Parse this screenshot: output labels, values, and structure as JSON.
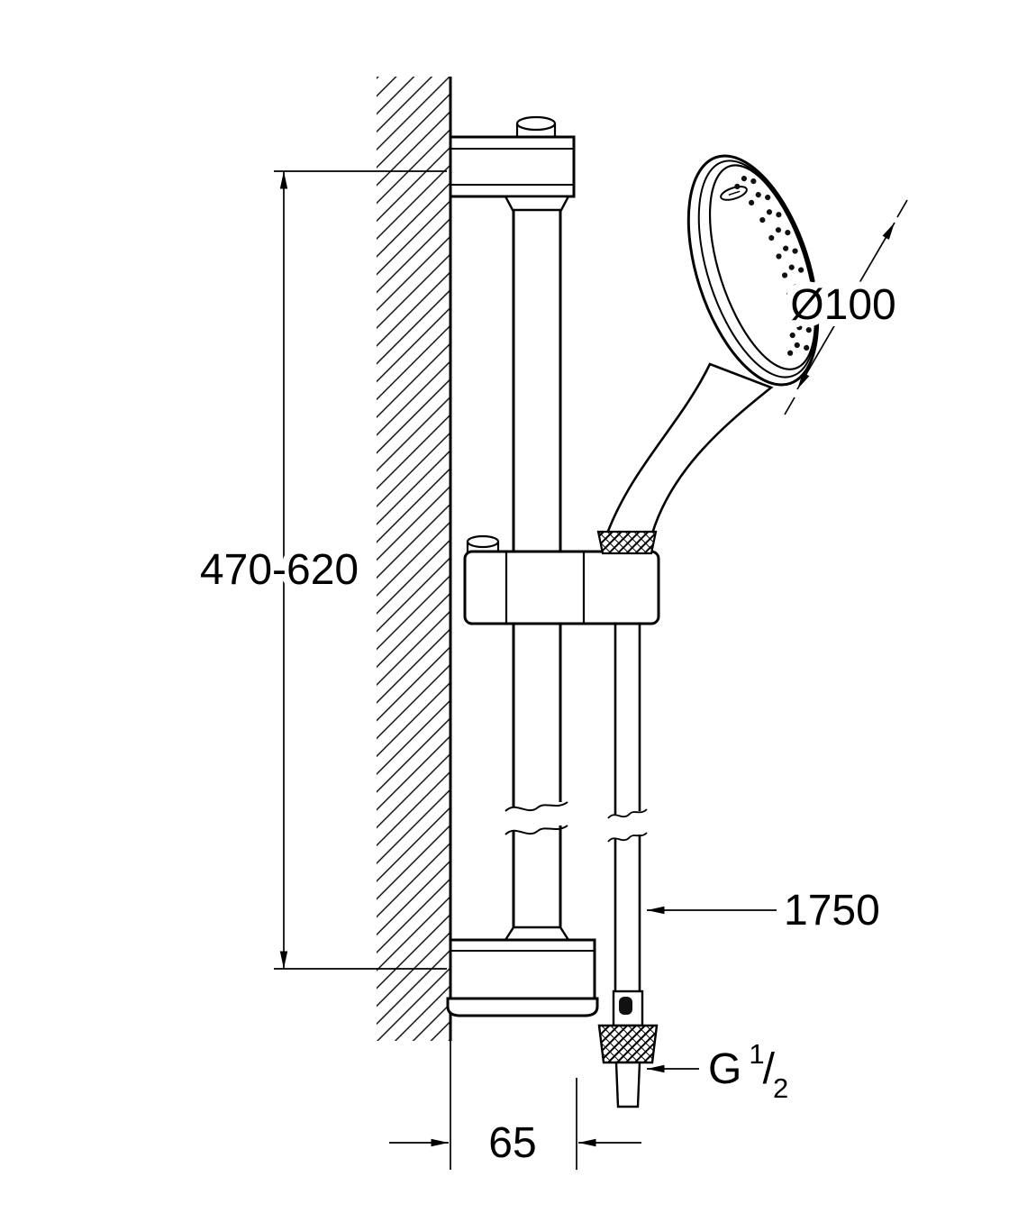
{
  "drawing": {
    "background": "#ffffff",
    "line_color": "#000000",
    "dimensions": {
      "rail_length": "470-620",
      "head_diameter": "Ø100",
      "hose_length": "1750",
      "wall_offset": "65",
      "thread_prefix": "G",
      "thread_numerator": "1",
      "thread_slash": "/",
      "thread_denominator": "2"
    }
  }
}
